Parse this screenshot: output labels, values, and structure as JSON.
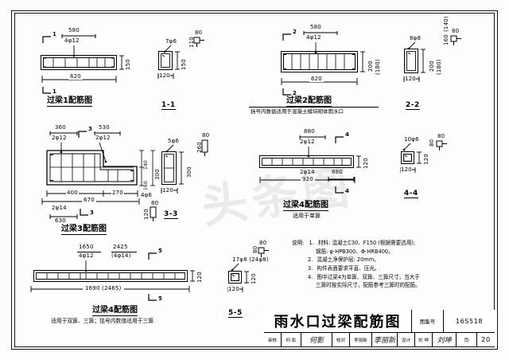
{
  "sheet": {
    "watermark": "头条图",
    "title": "雨水口过梁配筋图",
    "atlas_label": "图集号",
    "atlas_number": "16S518",
    "page_label": "页",
    "page_number": "20"
  },
  "title_block_roles": [
    {
      "role": "审核",
      "name": "何 影",
      "sign": "何影"
    },
    {
      "role": "校对",
      "name": "李丽新",
      "sign": "李丽新"
    },
    {
      "role": "设计",
      "name": "刘 坤",
      "sign": "刘坤"
    }
  ],
  "details": [
    {
      "id": "liangtong1",
      "caption": "过梁1配筋图",
      "section_mark": "1",
      "labels": {
        "top_dim": "580",
        "top_rebar": "4φ12",
        "bottom_dim": "620",
        "height": "150"
      }
    },
    {
      "id": "section-1-1",
      "caption": "1-1",
      "labels": {
        "stirrup": "7φ6",
        "height": "150",
        "width": "120",
        "hook_h": "110",
        "hook_w": "80"
      }
    },
    {
      "id": "liangtong2",
      "caption": "过梁2配筋图",
      "note": "括号内数值适用于混凝土模块砌体雨水口",
      "section_mark": "2",
      "labels": {
        "top_dim": "580",
        "top_rebar": "4φ12",
        "bottom_dim": "620",
        "height": "200",
        "height_alt": "(180)"
      }
    },
    {
      "id": "section-2-2",
      "caption": "2-2",
      "labels": {
        "stirrup": "8φ8",
        "height": "200",
        "height_alt": "(180)",
        "width": "120",
        "hook_h": "160",
        "hook_h_alt": "(140)",
        "hook_w": "80"
      }
    },
    {
      "id": "liangtong3",
      "caption": "过梁3配筋图",
      "section_mark": "3",
      "labels": {
        "dim_left_top": "360",
        "rebar_left_top": "2φ12",
        "dim_right_top": "530",
        "rebar_right_top": "2φ12",
        "dim_400": "400",
        "dim_270": "270",
        "dim_670": "670",
        "rebar_bottom": "2φ14",
        "dim_630": "630",
        "h_140": "140",
        "h_160": "160",
        "h_300": "300",
        "stirrup_4p6": "4φ6",
        "hook_w": "80",
        "hook_h": "120"
      }
    },
    {
      "id": "section-3-3",
      "caption": "3-3",
      "labels": {
        "stirrup": "5φ6",
        "height": "300",
        "width": "120",
        "hook_h": "260",
        "hook_w": "80"
      }
    },
    {
      "id": "liangtong4-single",
      "caption": "过梁4配筋图",
      "note": "适用于单箅",
      "section_mark": "4",
      "labels": {
        "top_dim": "880",
        "top_rebar": "2φ12",
        "bottom_rebar": "2φ14",
        "bottom_dim2": "880",
        "total": "920",
        "height": "120"
      }
    },
    {
      "id": "section-4-4",
      "caption": "4-4",
      "labels": {
        "stirrup": "10φ6",
        "height": "120",
        "width": "120",
        "hook_h": "80",
        "hook_w": "80"
      }
    },
    {
      "id": "liangtong4-multi",
      "caption": "过梁4配筋图",
      "note": "适用于双箅、三箅；括号内数值适用于三箅",
      "section_mark": "5",
      "labels": {
        "dim_1650": "1650",
        "rebar_4d12": "4φ12",
        "dim_2425": "2425",
        "rebar_4d14": "(4φ14)",
        "total": "1690 (2465)",
        "height": "120"
      }
    },
    {
      "id": "section-5-5",
      "caption": "5-5",
      "labels": {
        "stirrup": "17φ8 (24φ8)",
        "height": "120",
        "width": "120",
        "hook_h": "80",
        "hook_w": "80"
      }
    }
  ],
  "notes": {
    "heading": "说明:",
    "items": [
      {
        "num": "1.",
        "lines": [
          "材料: 混凝土C30、F150 (根据需要选用);",
          "钢筋: φ-HPB300、Φ-HRB400。"
        ]
      },
      {
        "num": "2.",
        "lines": [
          "混凝土净保护层: 20mm。"
        ]
      },
      {
        "num": "3.",
        "lines": [
          "构件表面要求平直、压光。"
        ]
      },
      {
        "num": "4.",
        "lines": [
          "图中过梁4为单箅、双箅、三箅尺寸，当大于",
          "三箅时按实际尺寸，配筋参考三箅时的配筋。"
        ]
      }
    ]
  }
}
